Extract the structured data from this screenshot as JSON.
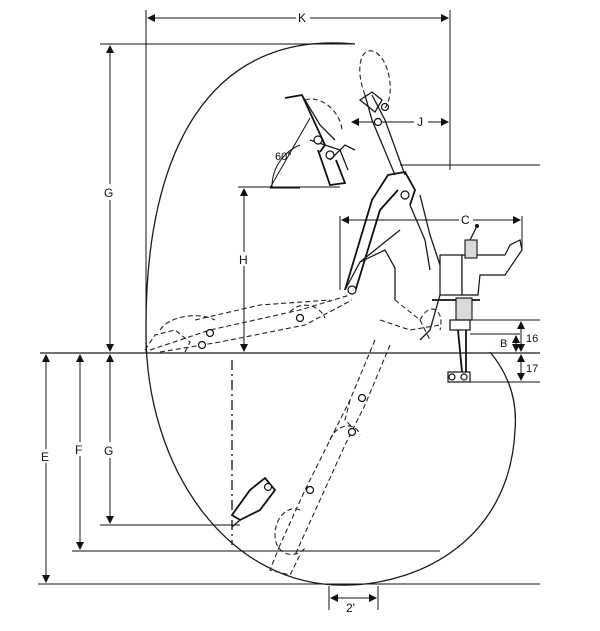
{
  "dimensions": {
    "K": "K",
    "J": "J",
    "C": "C",
    "G_upper": "G",
    "H": "H",
    "angle": "60°",
    "B": "B",
    "v16": "16",
    "v17": "17",
    "E": "E",
    "F": "F",
    "G_lower": "G",
    "two_ft": "2'"
  }
}
